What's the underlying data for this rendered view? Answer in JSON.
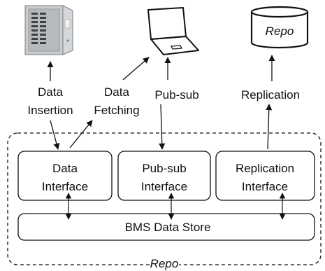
{
  "top_icons": {
    "panel": "electrical-panel-icon",
    "laptop": "laptop-icon",
    "repo_cylinder": {
      "icon": "database-cylinder-icon",
      "label": "Repo"
    }
  },
  "flow_labels": {
    "data_insertion": [
      "Data",
      "Insertion"
    ],
    "data_fetching": [
      "Data",
      "Fetching"
    ],
    "pub_sub": "Pub-sub",
    "replication": "Replication"
  },
  "repo_container": {
    "label": "Repo",
    "interfaces": [
      {
        "line1": "Data",
        "line2": "Interface"
      },
      {
        "line1": "Pub-sub",
        "line2": "Interface"
      },
      {
        "line1": "Replication",
        "line2": "Interface"
      }
    ],
    "data_store": "BMS Data Store"
  }
}
